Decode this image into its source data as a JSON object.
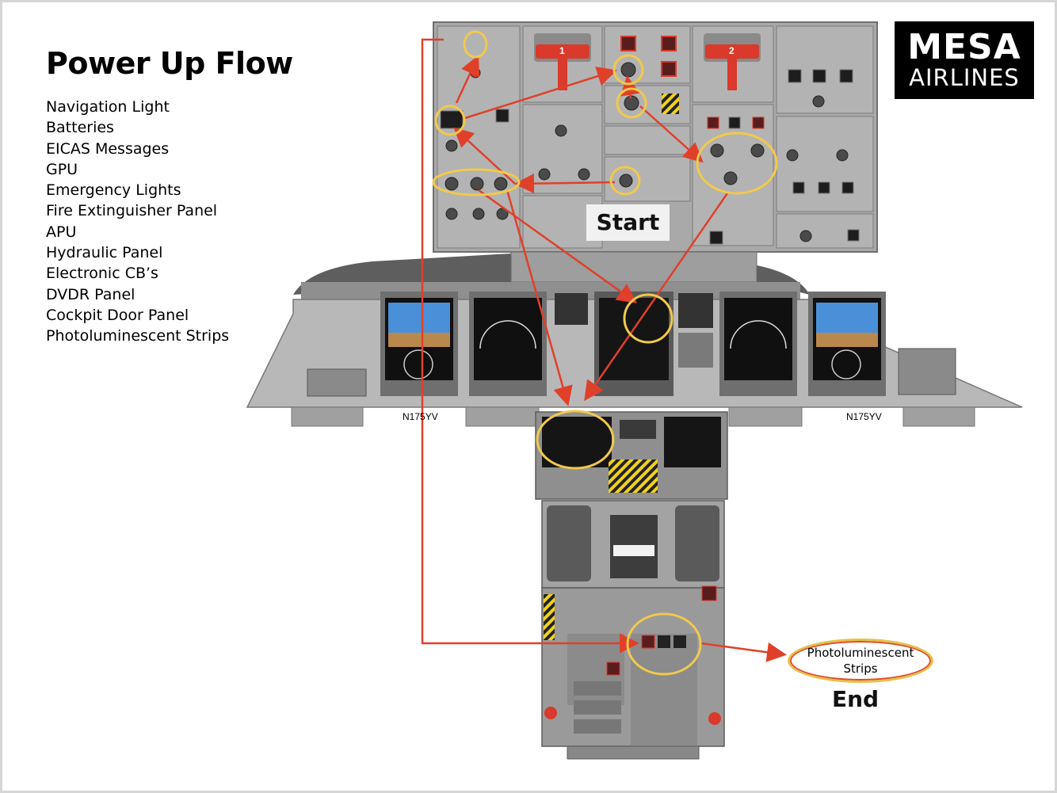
{
  "title": "Power Up Flow",
  "steps": [
    "Navigation Light",
    "Batteries",
    "EICAS Messages",
    "GPU",
    "Emergency Lights",
    "Fire Extinguisher Panel",
    "APU",
    "Hydraulic Panel",
    "Electronic CB’s",
    "DVDR Panel",
    "Cockpit Door Panel",
    "Photoluminescent Strips"
  ],
  "logo": {
    "line1": "MESA",
    "line2": "AIRLINES"
  },
  "flow": {
    "start_label": "Start",
    "end_label": "End",
    "end_note": "Photoluminescent Strips"
  },
  "aircraft": {
    "registration_left": "N175YV",
    "registration_right": "N175YV"
  },
  "engine_handles": {
    "left": "1",
    "right": "2"
  },
  "colors": {
    "flow_arrow": "#e0402a",
    "highlight_ring": "#f2c94c",
    "panel": "#a6a6a6",
    "display_sky": "#4a90d9"
  }
}
